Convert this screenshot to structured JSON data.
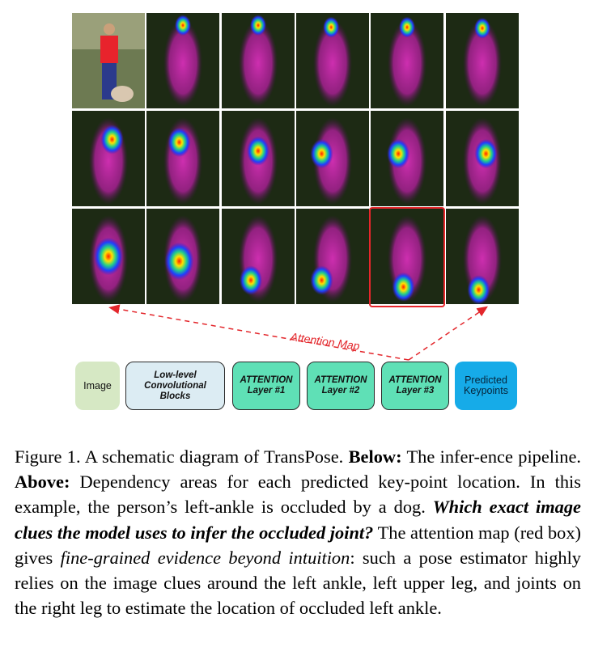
{
  "diagram": {
    "attention_map_label": "Attention Map",
    "pipeline": [
      {
        "name": "image",
        "label": "Image"
      },
      {
        "name": "conv",
        "label": "Low-level\nConvolutional\nBlocks"
      },
      {
        "name": "att1",
        "label": "ATTENTION\nLayer #1"
      },
      {
        "name": "att2",
        "label": "ATTENTION\nLayer #2"
      },
      {
        "name": "att3",
        "label": "ATTENTION\nLayer #3"
      },
      {
        "name": "pred",
        "label": "Predicted\nKeypoints"
      }
    ],
    "colors": {
      "highlight": "#e8262b",
      "arrow": "#e3262b",
      "image_block": "#d6e8c4",
      "conv_block": "#dcecf3",
      "attention_block": "#5fe0b6",
      "keypoints_block": "#16abe8"
    }
  },
  "caption": {
    "figure_label": "Figure 1. A schematic diagram of TransPose.",
    "below_label": "Below:",
    "below_text": "The infer-ence pipeline.",
    "above_label": "Above:",
    "above_text": "Dependency areas for each predicted key-point location. In this example, the person’s left-ankle is occluded by a dog.",
    "question": "Which exact image clues the model uses to infer the occluded joint?",
    "text1": "The attention map (red box) gives",
    "emph": "fine-grained evidence beyond intuition",
    "text2": ": such a pose estimator highly relies on the image clues around the left ankle, left upper leg, and joints on the right leg to estimate the location of occluded left ankle."
  }
}
